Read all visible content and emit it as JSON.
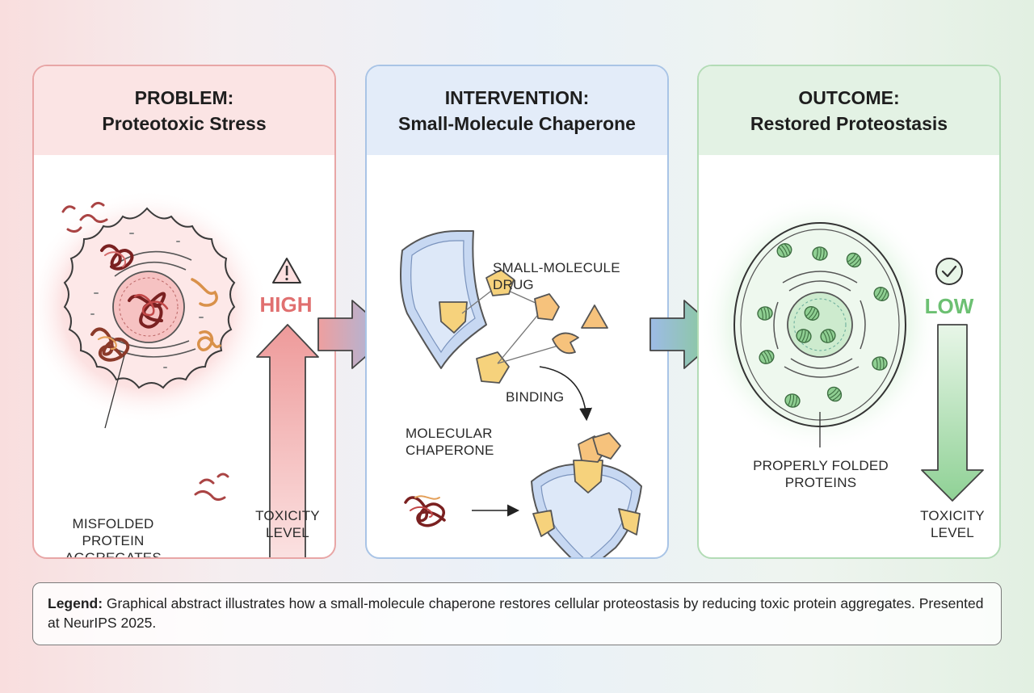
{
  "colors": {
    "problem_accent": "#e06a6a",
    "intervention_accent": "#7fa3d6",
    "outcome_accent": "#6cc072",
    "drug": "#f6d27c"
  },
  "panels": {
    "problem": {
      "title_line1": "PROBLEM:",
      "title_line2": "Proteotoxic Stress",
      "level_label": "HIGH",
      "level_icon": "warning-icon",
      "meter_label": "TOXICITY\nLEVEL",
      "cell_label": "MISFOLDED\nPROTEIN\nAGGREGATES"
    },
    "intervention": {
      "title_line1": "INTERVENTION:",
      "title_line2": "Small-Molecule Chaperone",
      "drug_label": "SMALL-MOLECULE\nDRUG",
      "binding_label": "BINDING",
      "chaperone_label": "MOLECULAR\nCHAPERONE"
    },
    "outcome": {
      "title_line1": "OUTCOME:",
      "title_line2": "Restored Proteostasis",
      "level_label": "LOW",
      "level_icon": "check-circle-icon",
      "meter_label": "TOXICITY\nLEVEL",
      "cell_label": "PROPERLY FOLDED\nPROTEINS"
    }
  },
  "legend": {
    "label": "Legend:",
    "text": " Graphical abstract illustrates how a small-molecule chaperone restores cellular proteostasis by reducing toxic protein aggregates. Presented at NeurIPS 2025."
  }
}
